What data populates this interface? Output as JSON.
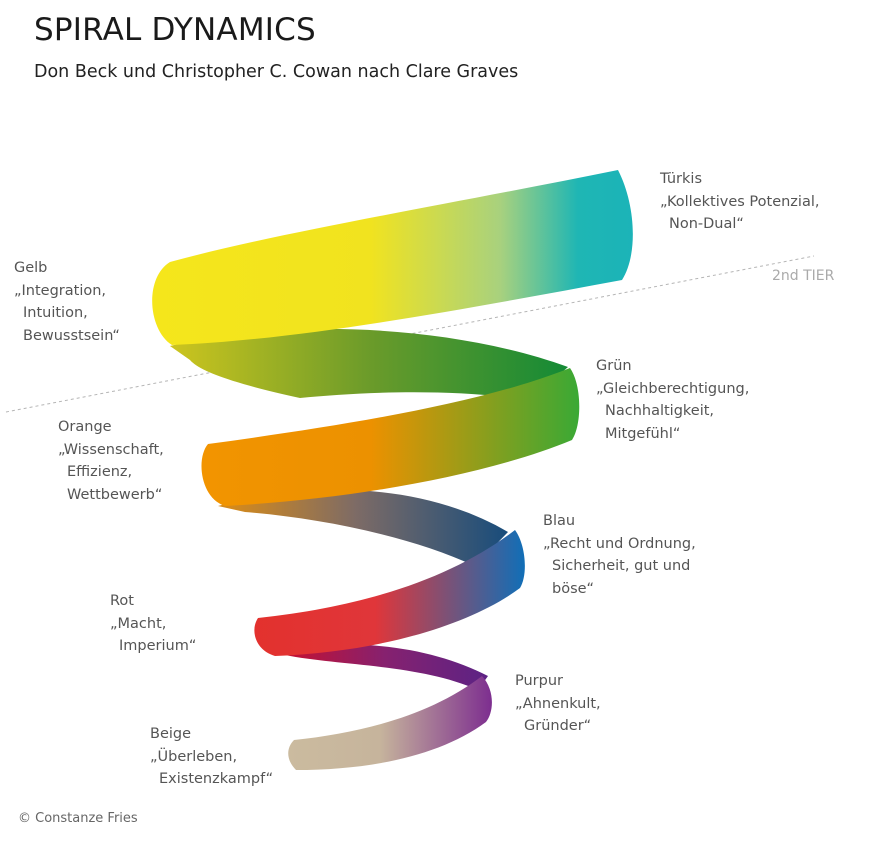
{
  "header": {
    "title": "SPIRAL DYNAMICS",
    "subtitle": "Don Beck und Christopher C. Cowan nach Clare Graves"
  },
  "tier_label": "2nd TIER",
  "copyright": "© Constanze Fries",
  "levels": [
    {
      "name": "Türkis",
      "lines": [
        "„Kollektives Potenzial,",
        "Non-Dual“"
      ],
      "color": "#1bb3b8"
    },
    {
      "name": "Gelb",
      "lines": [
        "„Integration,",
        "Intuition,",
        "Bewusstsein“"
      ],
      "color": "#f5e61b"
    },
    {
      "name": "Grün",
      "lines": [
        "„Gleichberechtigung,",
        "Nachhaltigkeit,",
        "Mitgefühl“"
      ],
      "color": "#2f9e3a"
    },
    {
      "name": "Orange",
      "lines": [
        "„Wissenschaft,",
        "Effizienz,",
        "Wettbewerb“"
      ],
      "color": "#f29400"
    },
    {
      "name": "Blau",
      "lines": [
        "„Recht und Ordnung,",
        "Sicherheit, gut und",
        "böse“"
      ],
      "color": "#1668b5"
    },
    {
      "name": "Rot",
      "lines": [
        "„Macht,",
        "Imperium“"
      ],
      "color": "#e3312d"
    },
    {
      "name": "Purpur",
      "lines": [
        "„Ahnenkult,",
        "Gründer“"
      ],
      "color": "#6f2a8a"
    },
    {
      "name": "Beige",
      "lines": [
        "„Überleben,",
        "Existenzkampf“"
      ],
      "color": "#cbbb9f"
    }
  ]
}
